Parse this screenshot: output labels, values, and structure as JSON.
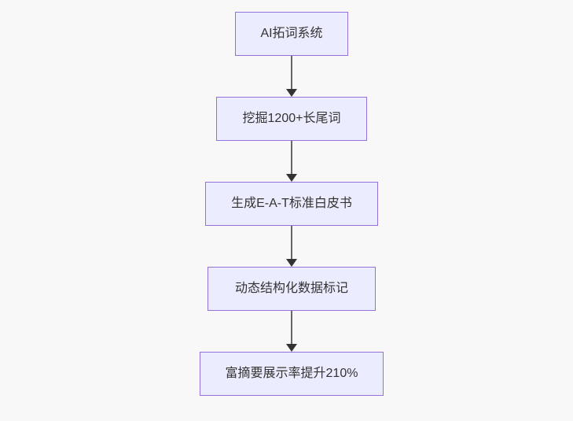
{
  "canvas": {
    "background": "#f8f8f8"
  },
  "diagram": {
    "type": "flowchart",
    "direction": "top-down",
    "style": {
      "node_fill": "#ececff",
      "node_border": "#9370db",
      "node_text_color": "#333333",
      "edge_line_color": "#666666",
      "arrowhead_color": "#333333"
    },
    "nodes": [
      {
        "label": "AI拓词系统"
      },
      {
        "label": "挖掘1200+长尾词"
      },
      {
        "label": "生成E-A-T标准白皮书"
      },
      {
        "label": "动态结构化数据标记"
      },
      {
        "label": "富摘要展示率提升210%"
      }
    ],
    "edges": [
      {
        "from": 0,
        "to": 1
      },
      {
        "from": 1,
        "to": 2
      },
      {
        "from": 2,
        "to": 3
      },
      {
        "from": 3,
        "to": 4
      }
    ]
  }
}
